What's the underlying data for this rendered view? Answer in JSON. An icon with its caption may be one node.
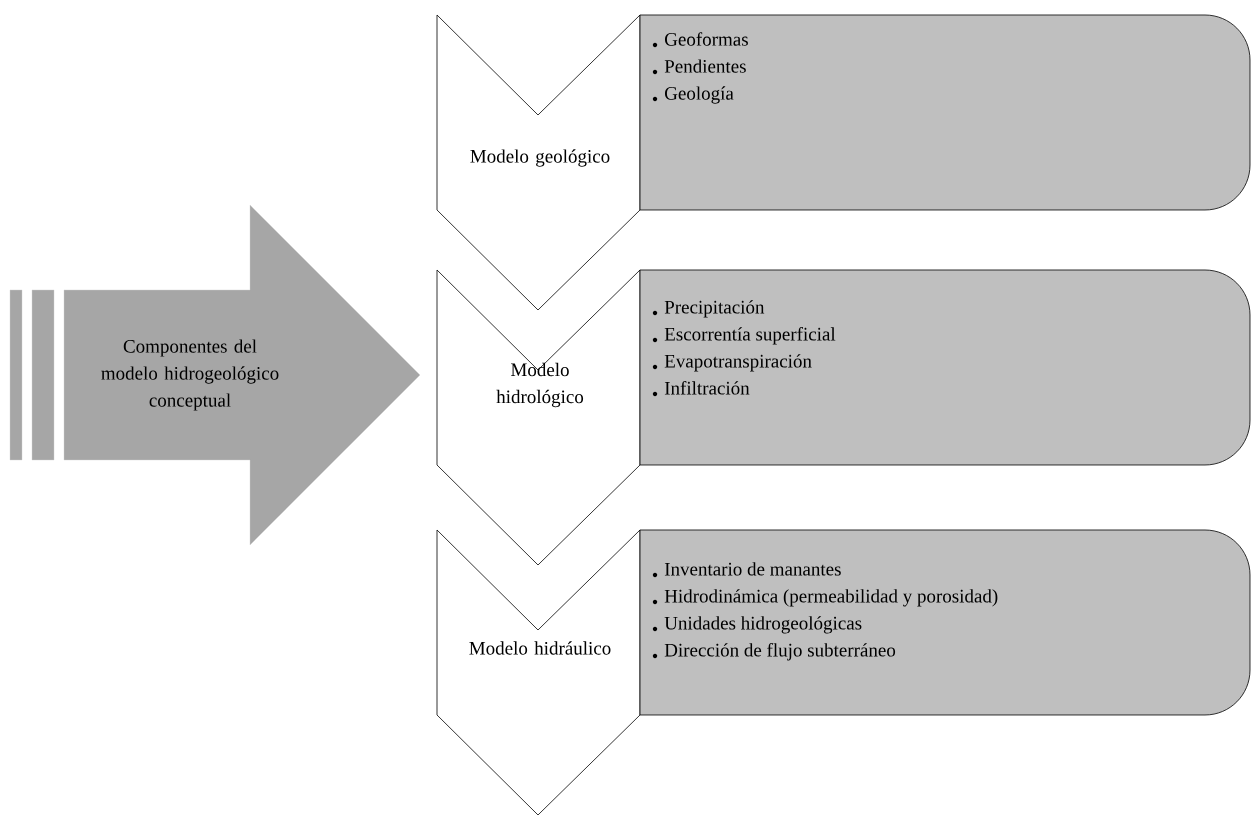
{
  "diagram": {
    "nodes": [
      {
        "text": [
          "Componentes del modelo hidrogeológico conceptual"
        ]
      },
      {
        "text": [
          "Modelo geológico"
        ]
      },
      {
        "text": [
          "Geoformas",
          "Pendientes",
          "Geología"
        ]
      },
      {
        "text": [
          "Modelo hidrológico"
        ]
      },
      {
        "text": [
          "Precipitación",
          "Escorrentía superficial",
          "Evapotranspiración",
          "Infiltración"
        ]
      },
      {
        "text": [
          "Modelo hidráulico"
        ]
      },
      {
        "text": [
          "Inventario de manantes",
          "Hidrodinámica (permeabilidad y porosidad)",
          "Unidades hidrogeológicas",
          "Dirección de flujo subterráneo"
        ]
      }
    ]
  }
}
